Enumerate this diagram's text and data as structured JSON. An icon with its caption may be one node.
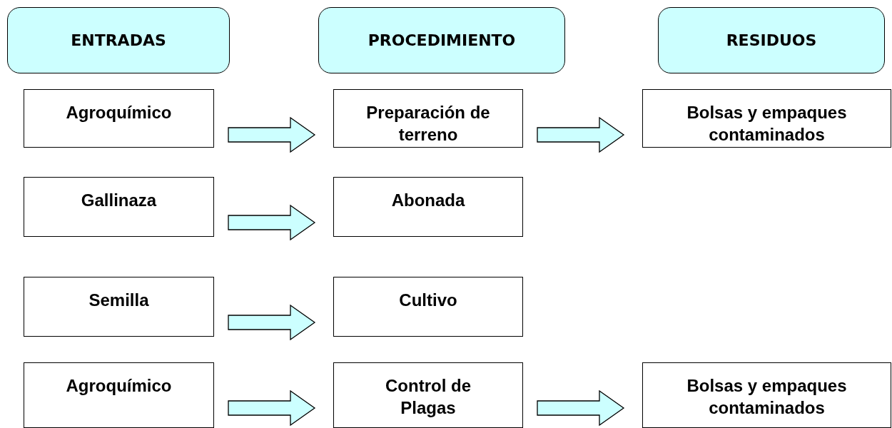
{
  "diagram": {
    "nodes": [
      {
        "text": [
          "ENTRADAS"
        ]
      },
      {
        "text": [
          "PROCEDIMIENTO"
        ]
      },
      {
        "text": [
          "RESIDUOS"
        ]
      },
      {
        "text": [
          "Agroquímico"
        ]
      },
      {
        "text": [
          "Preparación de terreno"
        ]
      },
      {
        "text": [
          "Bolsas y empaques contaminados"
        ]
      },
      {
        "text": [
          "Gallinaza"
        ]
      },
      {
        "text": [
          "Abonada"
        ]
      },
      {
        "text": [
          "Semilla"
        ]
      },
      {
        "text": [
          "Cultivo"
        ]
      },
      {
        "text": [
          "Agroquímico"
        ]
      },
      {
        "text": [
          "Control de Plagas"
        ]
      },
      {
        "text": [
          "Bolsas y empaques contaminados"
        ]
      }
    ],
    "edges": [
      {
        "from": 3,
        "to": 4,
        "arrow": "to"
      },
      {
        "from": 4,
        "to": 5,
        "arrow": "to"
      },
      {
        "from": 6,
        "to": 7,
        "arrow": "to"
      },
      {
        "from": 8,
        "to": 9,
        "arrow": "to"
      },
      {
        "from": 10,
        "to": 11,
        "arrow": "to"
      },
      {
        "from": 11,
        "to": 12,
        "arrow": "to"
      }
    ]
  }
}
